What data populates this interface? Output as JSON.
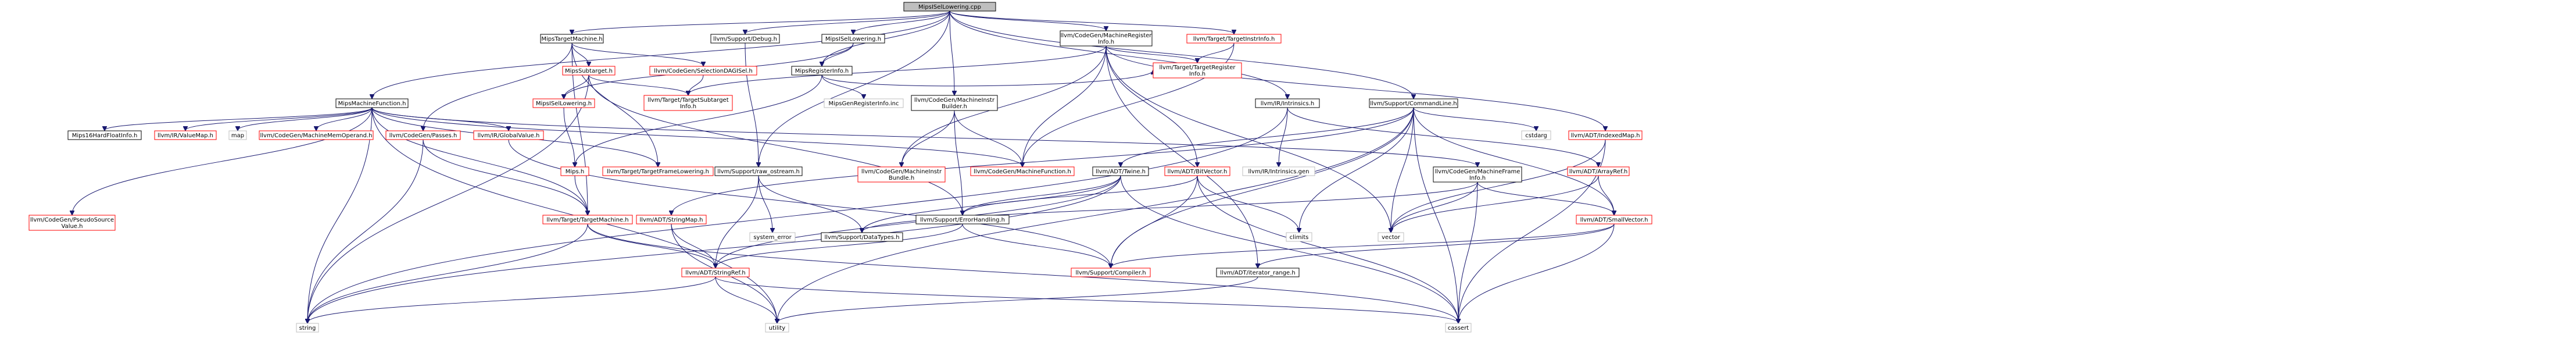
{
  "graph": {
    "edge_color": "#191970",
    "root_fill": "#bfbfbf",
    "truncated_border": "#ff0000",
    "missing_border": "#bfbfbf",
    "nodes": [
      {
        "id": "root",
        "lines": [
          "MipsISelLowering.cpp"
        ],
        "style": "root"
      },
      {
        "id": "MipsTargetMachine",
        "lines": [
          "MipsTargetMachine.h"
        ],
        "style": "normal"
      },
      {
        "id": "Debug",
        "lines": [
          "llvm/Support/Debug.h"
        ],
        "style": "normal"
      },
      {
        "id": "MipsISelLoweringH",
        "lines": [
          "MipsISelLowering.h"
        ],
        "style": "normal"
      },
      {
        "id": "MachineRegisterInfo",
        "lines": [
          "llvm/CodeGen/MachineRegister",
          "Info.h"
        ],
        "style": "normal"
      },
      {
        "id": "TargetInstrInfo",
        "lines": [
          "llvm/Target/TargetInstrInfo.h"
        ],
        "style": "trunc"
      },
      {
        "id": "MipsSubtarget",
        "lines": [
          "MipsSubtarget.h"
        ],
        "style": "trunc"
      },
      {
        "id": "SelectionDAGISel",
        "lines": [
          "llvm/CodeGen/SelectionDAGISel.h"
        ],
        "style": "trunc"
      },
      {
        "id": "MipsRegisterInfo",
        "lines": [
          "MipsRegisterInfo.h"
        ],
        "style": "normal"
      },
      {
        "id": "MipsGenRegisterInfoInc",
        "lines": [
          "MipsGenRegisterInfo.inc"
        ],
        "style": "missing"
      },
      {
        "id": "TargetSubtargetInfo",
        "lines": [
          "llvm/Target/TargetSubtarget",
          "Info.h"
        ],
        "style": "trunc"
      },
      {
        "id": "TargetRegisterInfo",
        "lines": [
          "llvm/Target/TargetRegister",
          "Info.h"
        ],
        "style": "trunc"
      },
      {
        "id": "MipsMachineFunction",
        "lines": [
          "MipsMachineFunction.h"
        ],
        "style": "normal"
      },
      {
        "id": "MipsISelLoweringH2",
        "lines": [
          "MipsISelLowering.h"
        ],
        "style": "trunc"
      },
      {
        "id": "MachineInstrBuilder",
        "lines": [
          "llvm/CodeGen/MachineInstr",
          "Builder.h"
        ],
        "style": "normal"
      },
      {
        "id": "IRIntrinsics",
        "lines": [
          "llvm/IR/Intrinsics.h"
        ],
        "style": "normal"
      },
      {
        "id": "CommandLine",
        "lines": [
          "llvm/Support/CommandLine.h"
        ],
        "style": "normal"
      },
      {
        "id": "cstdarg",
        "lines": [
          "cstdarg"
        ],
        "style": "missing"
      },
      {
        "id": "IndexedMap",
        "lines": [
          "llvm/ADT/IndexedMap.h"
        ],
        "style": "trunc"
      },
      {
        "id": "Mips16HardFloatInfo",
        "lines": [
          "Mips16HardFloatInfo.h"
        ],
        "style": "normal"
      },
      {
        "id": "ValueMap",
        "lines": [
          "llvm/IR/ValueMap.h"
        ],
        "style": "trunc"
      },
      {
        "id": "map",
        "lines": [
          "map"
        ],
        "style": "missing"
      },
      {
        "id": "MachineMemOperand",
        "lines": [
          "llvm/CodeGen/MachineMemOperand.h"
        ],
        "style": "trunc"
      },
      {
        "id": "Passes",
        "lines": [
          "llvm/CodeGen/Passes.h"
        ],
        "style": "trunc"
      },
      {
        "id": "GlobalValue",
        "lines": [
          "llvm/IR/GlobalValue.h"
        ],
        "style": "trunc"
      },
      {
        "id": "MipsH",
        "lines": [
          "Mips.h"
        ],
        "style": "trunc"
      },
      {
        "id": "TargetFrameLowering",
        "lines": [
          "llvm/Target/TargetFrameLowering.h"
        ],
        "style": "trunc"
      },
      {
        "id": "RawOstream",
        "lines": [
          "llvm/Support/raw_ostream.h"
        ],
        "style": "normal"
      },
      {
        "id": "MachineInstrBundle",
        "lines": [
          "llvm/CodeGen/MachineInstr",
          "Bundle.h"
        ],
        "style": "trunc"
      },
      {
        "id": "MachineFunction",
        "lines": [
          "llvm/CodeGen/MachineFunction.h"
        ],
        "style": "trunc"
      },
      {
        "id": "Twine",
        "lines": [
          "llvm/ADT/Twine.h"
        ],
        "style": "normal"
      },
      {
        "id": "BitVector",
        "lines": [
          "llvm/ADT/BitVector.h"
        ],
        "style": "trunc"
      },
      {
        "id": "IntrinsicsGen",
        "lines": [
          "llvm/IR/Intrinsics.gen"
        ],
        "style": "missing"
      },
      {
        "id": "MachineFrameInfo",
        "lines": [
          "llvm/CodeGen/MachineFrame",
          "Info.h"
        ],
        "style": "normal"
      },
      {
        "id": "ArrayRef",
        "lines": [
          "llvm/ADT/ArrayRef.h"
        ],
        "style": "trunc"
      },
      {
        "id": "PseudoSourceValue",
        "lines": [
          "llvm/CodeGen/PseudoSource",
          "Value.h"
        ],
        "style": "trunc"
      },
      {
        "id": "TargetMachine",
        "lines": [
          "llvm/Target/TargetMachine.h"
        ],
        "style": "trunc"
      },
      {
        "id": "StringMap",
        "lines": [
          "llvm/ADT/StringMap.h"
        ],
        "style": "trunc"
      },
      {
        "id": "system_error",
        "lines": [
          "system_error"
        ],
        "style": "missing"
      },
      {
        "id": "DataTypes",
        "lines": [
          "llvm/Support/DataTypes.h"
        ],
        "style": "normal"
      },
      {
        "id": "ErrorHandling",
        "lines": [
          "llvm/Support/ErrorHandling.h"
        ],
        "style": "normal"
      },
      {
        "id": "climits",
        "lines": [
          "climits"
        ],
        "style": "missing"
      },
      {
        "id": "vector",
        "lines": [
          "vector"
        ],
        "style": "missing"
      },
      {
        "id": "SmallVector",
        "lines": [
          "llvm/ADT/SmallVector.h"
        ],
        "style": "trunc"
      },
      {
        "id": "StringRef",
        "lines": [
          "llvm/ADT/StringRef.h"
        ],
        "style": "trunc"
      },
      {
        "id": "Compiler",
        "lines": [
          "llvm/Support/Compiler.h"
        ],
        "style": "trunc"
      },
      {
        "id": "IteratorRange",
        "lines": [
          "llvm/ADT/iterator_range.h"
        ],
        "style": "normal"
      },
      {
        "id": "string",
        "lines": [
          "string"
        ],
        "style": "missing"
      },
      {
        "id": "utility",
        "lines": [
          "utility"
        ],
        "style": "missing"
      },
      {
        "id": "cassert",
        "lines": [
          "cassert"
        ],
        "style": "missing"
      }
    ],
    "edges": [
      [
        "root",
        "MipsTargetMachine"
      ],
      [
        "root",
        "Debug"
      ],
      [
        "root",
        "MipsISelLoweringH"
      ],
      [
        "root",
        "MachineRegisterInfo"
      ],
      [
        "root",
        "TargetInstrInfo"
      ],
      [
        "root",
        "MipsRegisterInfo"
      ],
      [
        "root",
        "MachineInstrBuilder"
      ],
      [
        "root",
        "IRIntrinsics"
      ],
      [
        "root",
        "CommandLine"
      ],
      [
        "root",
        "RawOstream"
      ],
      [
        "root",
        "MipsMachineFunction"
      ],
      [
        "MipsTargetMachine",
        "MipsSubtarget"
      ],
      [
        "MipsTargetMachine",
        "SelectionDAGISel"
      ],
      [
        "MipsTargetMachine",
        "TargetMachine"
      ],
      [
        "MipsTargetMachine",
        "Passes"
      ],
      [
        "MipsTargetMachine",
        "TargetFrameLowering"
      ],
      [
        "Debug",
        "RawOstream"
      ],
      [
        "MipsISelLoweringH",
        "MipsISelLoweringH2"
      ],
      [
        "MipsISelLoweringH",
        "MipsRegisterInfo"
      ],
      [
        "MipsSubtarget",
        "MipsISelLoweringH2"
      ],
      [
        "MipsSubtarget",
        "TargetSubtargetInfo"
      ],
      [
        "MipsSubtarget",
        "string"
      ],
      [
        "MipsSubtarget",
        "ErrorHandling"
      ],
      [
        "SelectionDAGISel",
        "TargetSubtargetInfo"
      ],
      [
        "MachineRegisterInfo",
        "TargetSubtargetInfo"
      ],
      [
        "MachineRegisterInfo",
        "TargetRegisterInfo"
      ],
      [
        "MachineRegisterInfo",
        "BitVector"
      ],
      [
        "MachineRegisterInfo",
        "IndexedMap"
      ],
      [
        "MachineRegisterInfo",
        "MachineInstrBundle"
      ],
      [
        "MachineRegisterInfo",
        "MachineFunction"
      ],
      [
        "MachineRegisterInfo",
        "vector"
      ],
      [
        "MachineRegisterInfo",
        "IteratorRange"
      ],
      [
        "TargetInstrInfo",
        "MachineFunction"
      ],
      [
        "TargetInstrInfo",
        "TargetRegisterInfo"
      ],
      [
        "MipsRegisterInfo",
        "MipsH"
      ],
      [
        "MipsRegisterInfo",
        "TargetRegisterInfo"
      ],
      [
        "MipsRegisterInfo",
        "MipsGenRegisterInfoInc"
      ],
      [
        "MipsMachineFunction",
        "Mips16HardFloatInfo"
      ],
      [
        "MipsMachineFunction",
        "ValueMap"
      ],
      [
        "MipsMachineFunction",
        "map"
      ],
      [
        "MipsMachineFunction",
        "MachineMemOperand"
      ],
      [
        "MipsMachineFunction",
        "PseudoSourceValue"
      ],
      [
        "MipsMachineFunction",
        "GlobalValue"
      ],
      [
        "MipsMachineFunction",
        "TargetFrameLowering"
      ],
      [
        "MipsMachineFunction",
        "MachineFrameInfo"
      ],
      [
        "MipsMachineFunction",
        "TargetMachine"
      ],
      [
        "MipsMachineFunction",
        "MachineFunction"
      ],
      [
        "MipsMachineFunction",
        "string"
      ],
      [
        "MipsMachineFunction",
        "utility"
      ],
      [
        "MipsISelLoweringH2",
        "MipsH"
      ],
      [
        "MipsH",
        "TargetMachine"
      ],
      [
        "MachineInstrBuilder",
        "MachineFunction"
      ],
      [
        "MachineInstrBuilder",
        "MachineInstrBundle"
      ],
      [
        "MachineInstrBuilder",
        "ErrorHandling"
      ],
      [
        "IRIntrinsics",
        "IntrinsicsGen"
      ],
      [
        "IRIntrinsics",
        "ArrayRef"
      ],
      [
        "IRIntrinsics",
        "string"
      ],
      [
        "CommandLine",
        "Twine"
      ],
      [
        "CommandLine",
        "StringMap"
      ],
      [
        "CommandLine",
        "Compiler"
      ],
      [
        "CommandLine",
        "SmallVector"
      ],
      [
        "CommandLine",
        "climits"
      ],
      [
        "CommandLine",
        "cstdarg"
      ],
      [
        "CommandLine",
        "utility"
      ],
      [
        "CommandLine",
        "vector"
      ],
      [
        "CommandLine",
        "cassert"
      ],
      [
        "IndexedMap",
        "vector"
      ],
      [
        "IndexedMap",
        "cassert"
      ],
      [
        "Passes",
        "string"
      ],
      [
        "Passes",
        "TargetMachine"
      ],
      [
        "GlobalValue",
        "Compiler"
      ],
      [
        "RawOstream",
        "StringRef"
      ],
      [
        "RawOstream",
        "DataTypes"
      ],
      [
        "RawOstream",
        "system_error"
      ],
      [
        "Twine",
        "StringRef"
      ],
      [
        "Twine",
        "DataTypes"
      ],
      [
        "Twine",
        "ErrorHandling"
      ],
      [
        "Twine",
        "cassert"
      ],
      [
        "Twine",
        "string"
      ],
      [
        "BitVector",
        "Compiler"
      ],
      [
        "BitVector",
        "ErrorHandling"
      ],
      [
        "BitVector",
        "climits"
      ],
      [
        "BitVector",
        "cassert"
      ],
      [
        "MachineFrameInfo",
        "SmallVector"
      ],
      [
        "MachineFrameInfo",
        "DataTypes"
      ],
      [
        "MachineFrameInfo",
        "cassert"
      ],
      [
        "MachineFrameInfo",
        "vector"
      ],
      [
        "ArrayRef",
        "SmallVector"
      ],
      [
        "ArrayRef",
        "vector"
      ],
      [
        "TargetMachine",
        "StringRef"
      ],
      [
        "TargetMachine",
        "cassert"
      ],
      [
        "TargetMachine",
        "string"
      ],
      [
        "StringMap",
        "StringRef"
      ],
      [
        "StringMap",
        "utility"
      ],
      [
        "ErrorHandling",
        "Compiler"
      ],
      [
        "ErrorHandling",
        "StringRef"
      ],
      [
        "SmallVector",
        "Compiler"
      ],
      [
        "SmallVector",
        "IteratorRange"
      ],
      [
        "SmallVector",
        "cassert"
      ],
      [
        "StringRef",
        "utility"
      ],
      [
        "StringRef",
        "string"
      ],
      [
        "StringRef",
        "cassert"
      ],
      [
        "IteratorRange",
        "utility"
      ]
    ]
  }
}
